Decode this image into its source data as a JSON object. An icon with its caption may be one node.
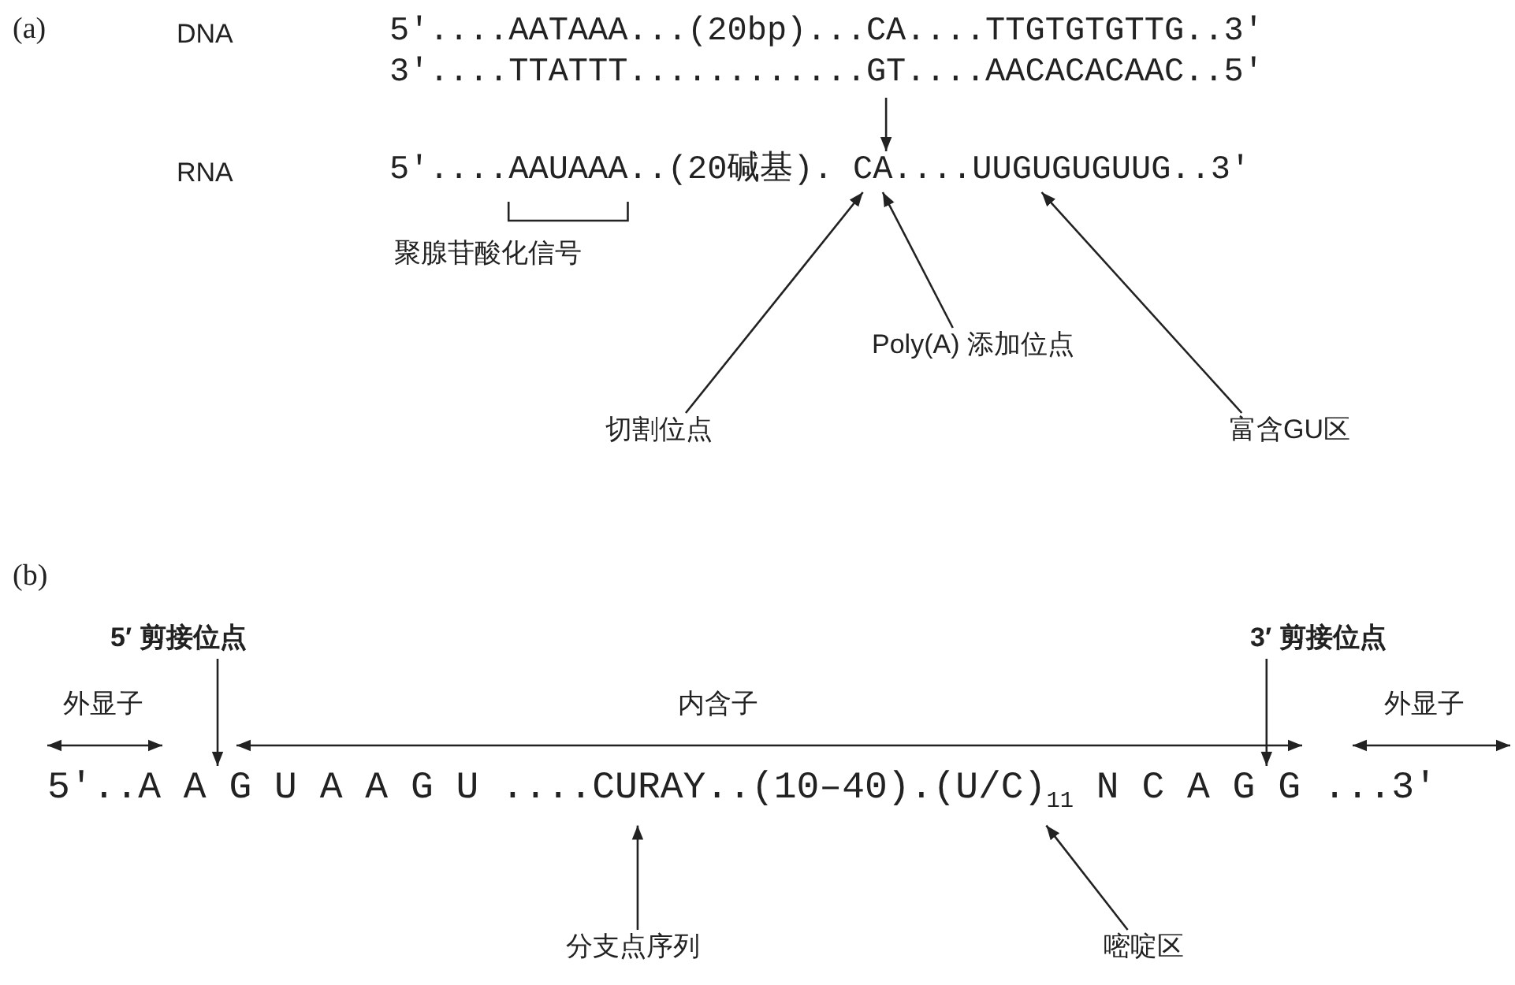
{
  "diagram": {
    "nodes": [
      {
        "text": [
          "5′....AATAAA...(20bp)...CA....TTGTGTGTTG..3′",
          "3′....TTATTT............GT....AACACACAAC..5′"
        ]
      },
      {
        "text": [
          "5′....AAUAAA..(20碱基). CA....UUGUGUGUUG..3′"
        ]
      },
      {
        "text": [
          "切割位点"
        ]
      },
      {
        "text": [
          "Poly(A) 添加位点"
        ]
      },
      {
        "text": [
          "富含GU区"
        ]
      },
      {
        "text": [
          "5′ 剪接位点"
        ]
      },
      {
        "text": [
          "3′ 剪接位点"
        ]
      },
      {
        "text": [
          "5′..A A G U A A G U ....CURAY..(10–40).(U/C)$_{11}$ N C A G G ...3′"
        ]
      },
      {
        "text": [
          "分支点序列"
        ]
      },
      {
        "text": [
          "嘧啶区"
        ]
      }
    ],
    "edges": [
      {
        "from": 0,
        "to": 1,
        "arrow": "to"
      },
      {
        "from": 2,
        "to": 1,
        "arrow": "to"
      },
      {
        "from": 3,
        "to": 1,
        "arrow": "to"
      },
      {
        "from": 4,
        "to": 1,
        "arrow": "to"
      },
      {
        "from": 5,
        "to": 7,
        "arrow": "to"
      },
      {
        "from": 6,
        "to": 7,
        "arrow": "to"
      },
      {
        "from": 8,
        "to": 7,
        "arrow": "to"
      },
      {
        "from": 9,
        "to": 7,
        "arrow": "to"
      }
    ],
    "labels": [
      "(a)",
      "DNA",
      "RNA",
      "聚腺苷酸化信号",
      "(b)",
      "外显子",
      "内含子",
      "外显子"
    ]
  }
}
